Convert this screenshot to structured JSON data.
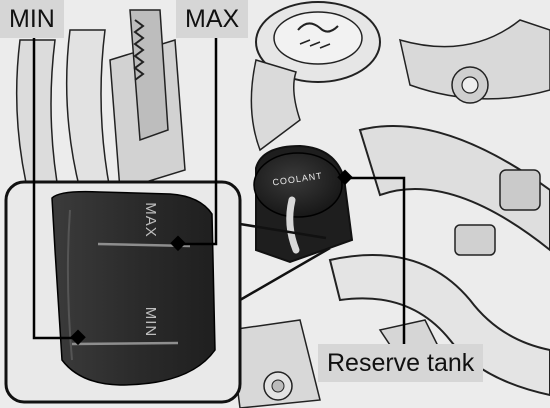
{
  "figure": {
    "labels": {
      "min": "MIN",
      "max": "MAX",
      "reserve_tank": "Reserve tank"
    },
    "tank_markings": {
      "max": "MAX",
      "min": "MIN"
    },
    "cap_text": "COOLANT"
  }
}
